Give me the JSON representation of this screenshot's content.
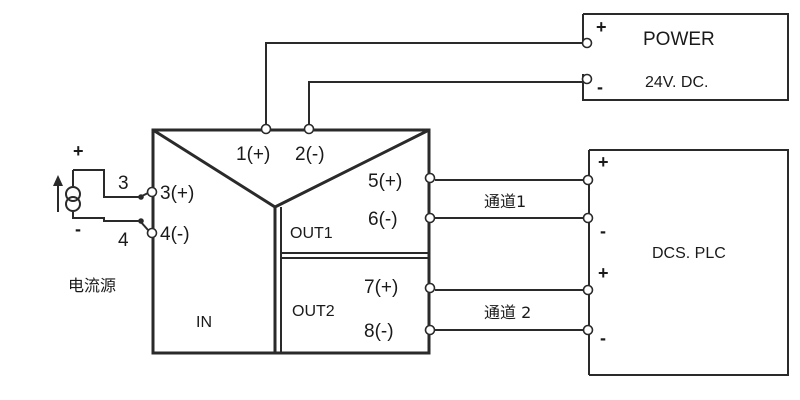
{
  "power": {
    "plus": "+",
    "minus": "-",
    "title": "POWER",
    "voltage": "24V. DC."
  },
  "dcs": {
    "plus1": "+",
    "minus1": "-",
    "plus2": "+",
    "minus2": "-",
    "title": "DCS. PLC"
  },
  "source": {
    "plus": "+",
    "minus": "-",
    "label": "电流源",
    "wire_a": "3",
    "wire_b": "4"
  },
  "module": {
    "in_label": "IN",
    "out1_label": "OUT1",
    "out2_label": "OUT2",
    "terminals": {
      "t1": "1(+)",
      "t2": "2(-)",
      "t3": "3(+)",
      "t4": "4(-)",
      "t5": "5(+)",
      "t6": "6(-)",
      "t7": "7(+)",
      "t8": "8(-)"
    }
  },
  "channels": {
    "ch1": "通道1",
    "ch2": "通道 2"
  }
}
